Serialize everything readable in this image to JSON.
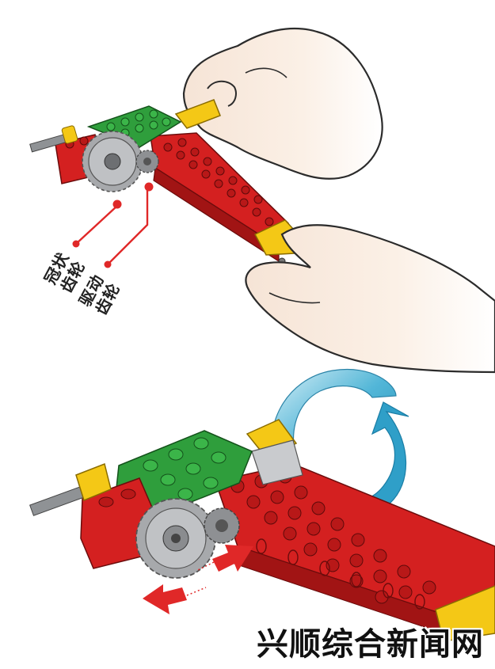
{
  "labels": {
    "crown_gear_line1": "冠状",
    "crown_gear_line2": "齿轮",
    "drive_gear_line1": "驱动",
    "drive_gear_line2": "齿轮"
  },
  "watermark": "兴顺综合新闻网",
  "colors": {
    "brick_red": "#d42020",
    "plate_green": "#2f9e3c",
    "axle_yellow": "#f4c816",
    "gear_gray": "#a7a9ac",
    "pointer_red": "#e02828",
    "rotation_arrow": "#3aa6c9",
    "skin": "#fbeee3"
  }
}
